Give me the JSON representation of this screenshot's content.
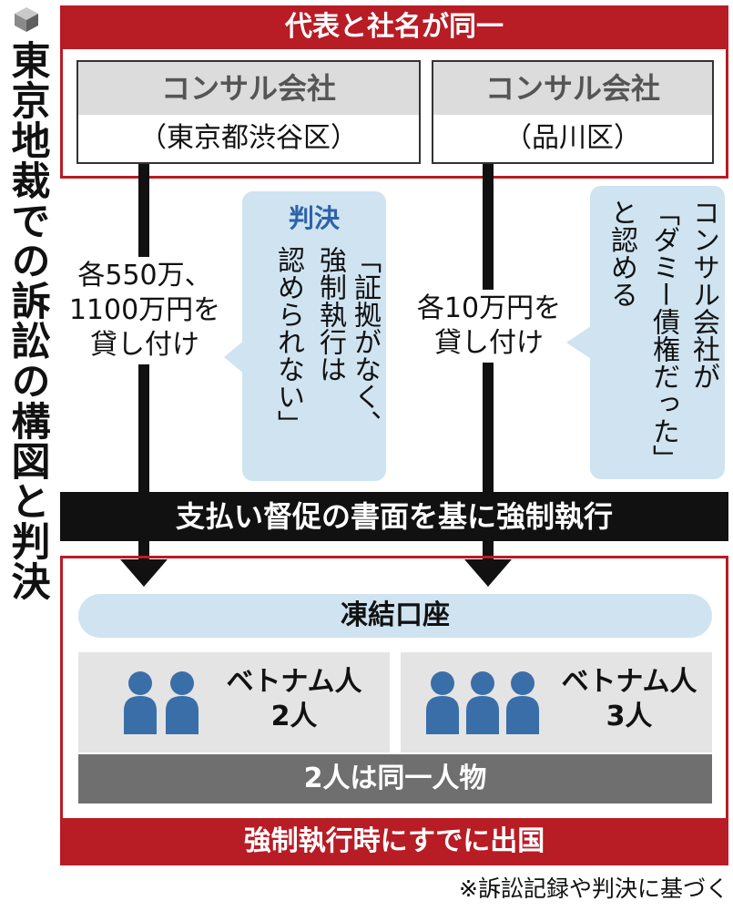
{
  "title": "東京地裁での訴訟の構図と判決",
  "top_frame": {
    "heading": "代表と社名が同一"
  },
  "companies": [
    {
      "name": "コンサル会社",
      "location": "（東京都渋谷区）"
    },
    {
      "name": "コンサル会社",
      "location": "（品川区）"
    }
  ],
  "loans": {
    "left": [
      "各550万、",
      "1100万円を",
      "貸し付け"
    ],
    "right": [
      "各10万円を",
      "貸し付け"
    ]
  },
  "ruling_bubble": {
    "heading": "判決",
    "col1": "「証拠がなく、",
    "col2": "強制執行は",
    "col3": "認められない」"
  },
  "admission_bubble": {
    "col1": "コンサル会社が",
    "col2": "「ダミー債権だった」",
    "col3": "と認める"
  },
  "enforcement_bar": "支払い督促の書面を基に強制執行",
  "frozen_accounts": "凍結口座",
  "people": [
    {
      "label_line1": "ベトナム人",
      "label_line2": "2人",
      "count": 2
    },
    {
      "label_line1": "ベトナム人",
      "label_line2": "3人",
      "count": 3
    }
  ],
  "same_person": "2人は同一人物",
  "bottom_heading": "強制執行時にすでに出国",
  "source_note": "※訴訟記録や判決に基づく",
  "colors": {
    "red": "#b81c25",
    "blue_person": "#3a6ea8",
    "bubble": "#cfe3f1"
  }
}
